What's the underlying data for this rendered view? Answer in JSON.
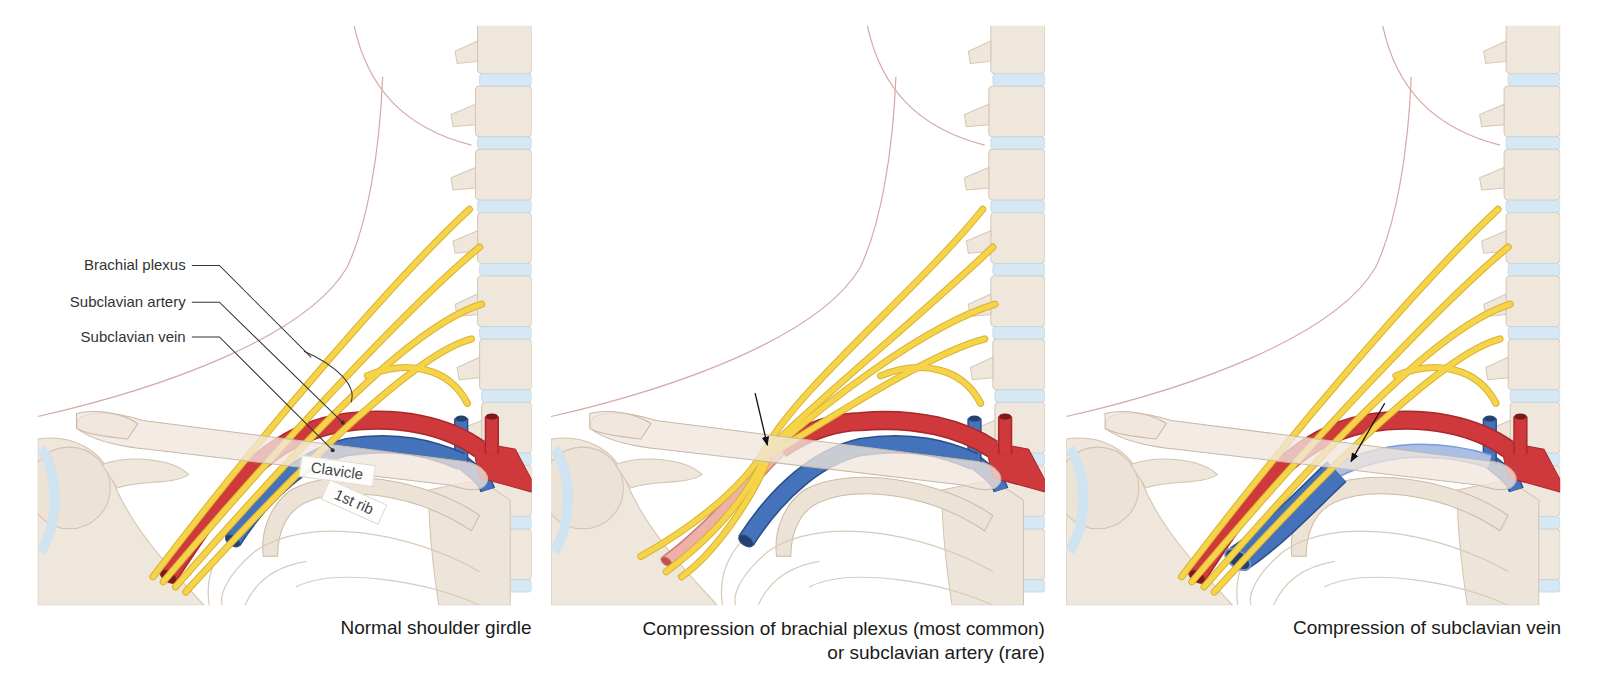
{
  "diagram": {
    "labels": [
      "Brachial plexus",
      "Subclavian artery",
      "Subclavian vein",
      "Clavicle",
      "1st rib",
      "Normal shoulder girdle",
      "Compression of brachial plexus (most common) or subclavian artery (rare)",
      "Compression of subclavian vein"
    ]
  }
}
